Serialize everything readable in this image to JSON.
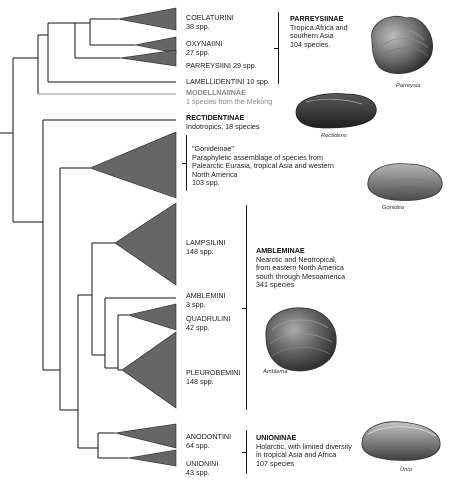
{
  "clades": [
    {
      "name": "COELATURINI",
      "count": "38 spp."
    },
    {
      "name": "OXYNAIINI",
      "count": "27 spp."
    },
    {
      "name": "PARREYSIINI",
      "count": "29 spp."
    },
    {
      "name": "LAMELLIDENTINI",
      "count": "10 spp."
    },
    {
      "name": "MODELLNAIINAE",
      "count": "1 species from the Mekong"
    },
    {
      "name": "RECTIDENTINAE",
      "count": "Indotropics, 18 species"
    },
    {
      "name": "\"Gonideinae\"",
      "desc1": "Paraphyletic assemblage of species from",
      "desc2": "Palearctic Eurasia, tropical Asia and western",
      "desc3": "North America",
      "count": "103 spp."
    },
    {
      "name": "LAMPSILINI",
      "count": "148 spp."
    },
    {
      "name": "AMBLEMINI",
      "count": "3 spp."
    },
    {
      "name": "QUADRULINI",
      "count": "42 spp."
    },
    {
      "name": "PLEUROBEMINI",
      "count": "148 spp."
    },
    {
      "name": "ANODONTINI",
      "count": "64 spp."
    },
    {
      "name": "UNIONINI",
      "count": "43 spp."
    }
  ],
  "subfamilies": {
    "parreysiinae": {
      "name": "PARREYSIINAE",
      "line1": "Tropica Africa and",
      "line2": "southern Asia",
      "line3": "104 species."
    },
    "ambleminae": {
      "name": "AMBLEMINAE",
      "line1": "Nearctic and Neotropical,",
      "line2": "from eastern North America",
      "line3": "south through Mesoamerica",
      "line4": "341 species"
    },
    "unioninae": {
      "name": "UNIONINAE",
      "line1": "Holarctic, with limited diversity",
      "line2": "in tropical Asia and Africa",
      "line3": "107 species"
    }
  },
  "shells": {
    "parreysia": "Parreysia",
    "rectidens": "Rectidens",
    "gonidea": "Gonidea",
    "amblema": "Amblema",
    "unio": "Unio"
  }
}
